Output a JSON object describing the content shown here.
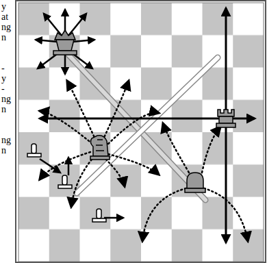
{
  "diagram": {
    "labels": [
      "y",
      "at",
      "ng",
      "n",
      "-",
      "y",
      "-",
      "ng",
      "n",
      "ng",
      "n"
    ]
  }
}
